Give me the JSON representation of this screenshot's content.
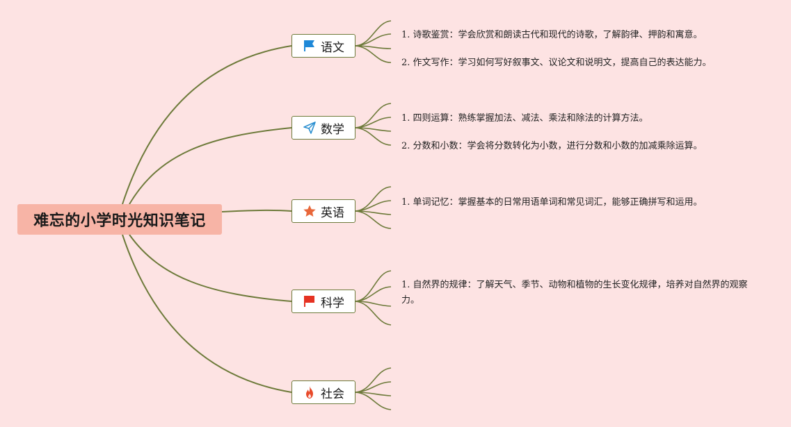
{
  "central": {
    "title": "难忘的小学时光知识笔记"
  },
  "branches": [
    {
      "label": "语文",
      "icon": "blue-flag-icon",
      "notes": [
        "1. 诗歌鉴赏：学会欣赏和朗读古代和现代的诗歌，了解韵律、押韵和寓意。",
        "2. 作文写作：学习如何写好叙事文、议论文和说明文，提高自己的表达能力。"
      ]
    },
    {
      "label": "数学",
      "icon": "paper-plane-icon",
      "notes": [
        "1. 四则运算：熟练掌握加法、减法、乘法和除法的计算方法。",
        "2. 分数和小数：学会将分数转化为小数，进行分数和小数的加减乘除运算。"
      ]
    },
    {
      "label": "英语",
      "icon": "star-icon",
      "notes": [
        "1. 单词记忆：掌握基本的日常用语单词和常见词汇，能够正确拼写和运用。"
      ]
    },
    {
      "label": "科学",
      "icon": "red-flag-icon",
      "notes": [
        "1. 自然界的规律：了解天气、季节、动物和植物的生长变化规律，培养对自然界的观察力。"
      ]
    },
    {
      "label": "社会",
      "icon": "fire-icon",
      "notes": []
    }
  ],
  "colors": {
    "background": "#fde3e3",
    "central_fill": "#f7b4a6",
    "connector": "#6d7a3a",
    "blue_flag": "#1e88d8",
    "plane": "#2a8fd0",
    "star": "#e8673a",
    "red_flag": "#e53222",
    "fire": "#e84a2a"
  }
}
